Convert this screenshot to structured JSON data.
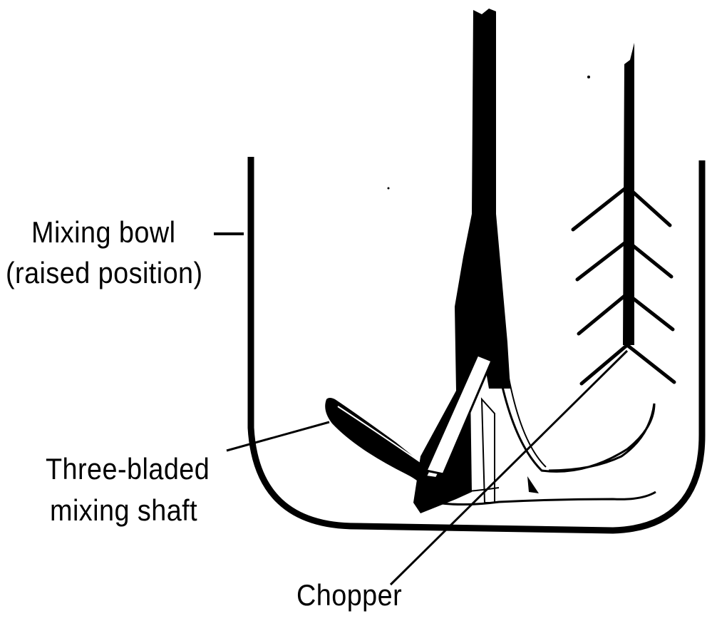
{
  "labels": {
    "mixing_bowl_line1": "Mixing bowl",
    "mixing_bowl_line2": "(raised position)",
    "shaft_line1": "Three-bladed",
    "shaft_line2": "mixing shaft",
    "chopper": "Chopper"
  },
  "colors": {
    "ink": "#000000",
    "paper": "#ffffff"
  }
}
